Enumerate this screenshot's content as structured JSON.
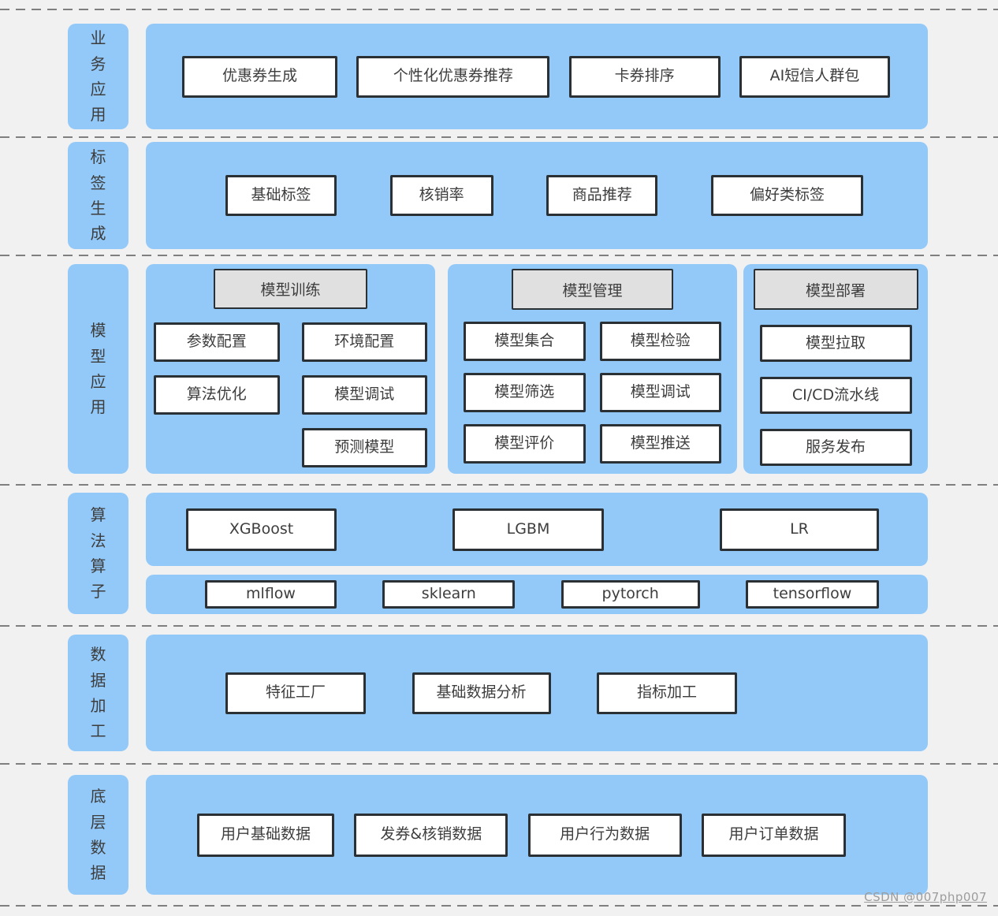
{
  "watermark": "CSDN @007php007",
  "colors": {
    "panel_blue": "#92c9f8",
    "box_border": "#2b3034",
    "header_grey": "#e0e0e0",
    "background": "#f1f1f1",
    "text": "#3d3d3d"
  },
  "layers": [
    {
      "label": "业务应用",
      "items": [
        "优惠券生成",
        "个性化优惠券推荐",
        "卡券排序",
        "AI短信人群包"
      ]
    },
    {
      "label": "标签生成",
      "items": [
        "基础标签",
        "核销率",
        "商品推荐",
        "偏好类标签"
      ]
    },
    {
      "label": "模型应用",
      "panels": [
        {
          "header": "模型训练",
          "cells": [
            "参数配置",
            "环境配置",
            "算法优化",
            "模型调试",
            "预测模型"
          ]
        },
        {
          "header": "模型管理",
          "cells": [
            "模型集合",
            "模型检验",
            "模型筛选",
            "模型调试",
            "模型评价",
            "模型推送"
          ]
        },
        {
          "header": "模型部署",
          "items": [
            "模型拉取",
            "CI/CD流水线",
            "服务发布"
          ]
        }
      ]
    },
    {
      "label": "算法算子",
      "row1": [
        "XGBoost",
        "LGBM",
        "LR"
      ],
      "row2": [
        "mlflow",
        "sklearn",
        "pytorch",
        "tensorflow"
      ]
    },
    {
      "label": "数据加工",
      "items": [
        "特征工厂",
        "基础数据分析",
        "指标加工"
      ]
    },
    {
      "label": "底层数据",
      "items": [
        "用户基础数据",
        "发券&核销数据",
        "用户行为数据",
        "用户订单数据"
      ]
    }
  ]
}
